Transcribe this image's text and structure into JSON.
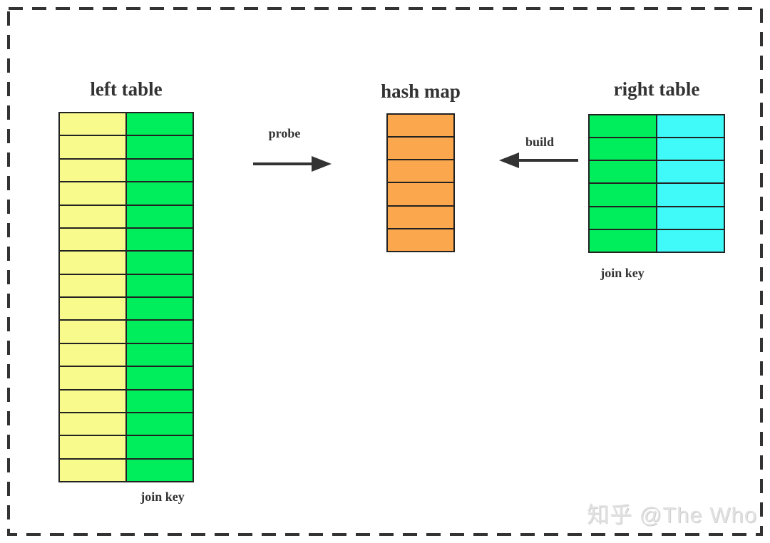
{
  "diagram": {
    "left_table": {
      "title": "left table",
      "join_key_label": "join key",
      "rows": 16,
      "columns": [
        {
          "name": "left-table-value-column",
          "color": "#F9FA8C"
        },
        {
          "name": "left-table-join-key-column",
          "color": "#00EE5C"
        }
      ]
    },
    "hash_map": {
      "title": "hash map",
      "rows": 6,
      "columns": [
        {
          "name": "hash-map-bucket-column",
          "color": "#FAA74D"
        }
      ]
    },
    "right_table": {
      "title": "right table",
      "join_key_label": "join key",
      "rows": 6,
      "columns": [
        {
          "name": "right-table-join-key-column",
          "color": "#00EE5C"
        },
        {
          "name": "right-table-value-column",
          "color": "#40FAFA"
        }
      ]
    },
    "probe_arrow": {
      "label": "probe",
      "direction": "right"
    },
    "build_arrow": {
      "label": "build",
      "direction": "left"
    },
    "colors": {
      "border_dash": "#333333",
      "cell_border": "#222222",
      "text": "#333333"
    }
  },
  "watermark": {
    "text": "知乎 @The Who"
  }
}
